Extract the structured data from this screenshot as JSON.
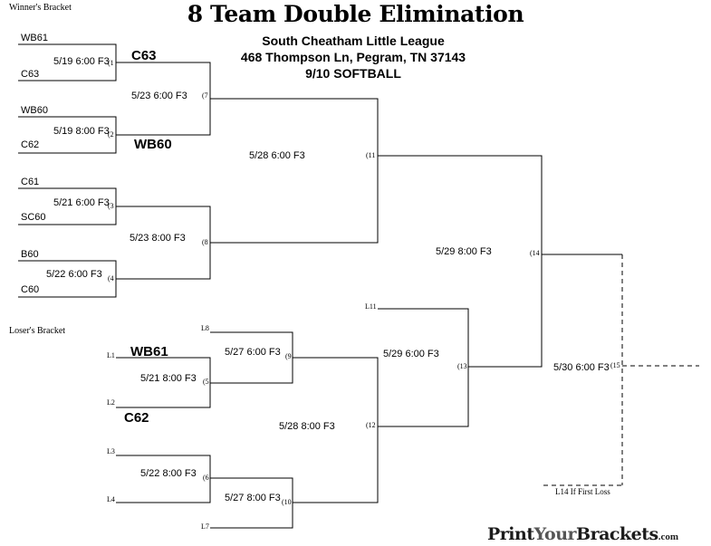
{
  "header": {
    "title": "8 Team Double Elimination",
    "subtitle_1": "South Cheatham Little League",
    "subtitle_2": "468 Thompson Ln, Pegram, TN 37143",
    "subtitle_3": "9/10 SOFTBALL"
  },
  "sections": {
    "winners": "Winner's Bracket",
    "losers": "Loser's Bracket"
  },
  "teams": {
    "wb61": "WB61",
    "c63": "C63",
    "wb60": "WB60",
    "c62": "C62",
    "c61": "C61",
    "sc60": "SC60",
    "b60": "B60",
    "c60": "C60"
  },
  "slots": {
    "l1": "L1",
    "l2": "L2",
    "l3": "L3",
    "l4": "L4",
    "l7": "L7",
    "l8": "L8",
    "l11": "L11",
    "l14_note": "L14 If First Loss"
  },
  "winners_written": {
    "g1": "C63",
    "g2": "WB60",
    "g5": "WB61",
    "g5b": "C62"
  },
  "games": {
    "g1": {
      "schedule": "5/19 6:00 F3",
      "num": "(1"
    },
    "g2": {
      "schedule": "5/19 8:00 F3",
      "num": "(2"
    },
    "g3": {
      "schedule": "5/21 6:00 F3",
      "num": "(3"
    },
    "g4": {
      "schedule": "5/22 6:00 F3",
      "num": "(4"
    },
    "g5": {
      "schedule": "5/21 8:00 F3",
      "num": "(5"
    },
    "g6": {
      "schedule": "5/22 8:00 F3",
      "num": "(6"
    },
    "g7": {
      "schedule": "5/23 6:00 F3",
      "num": "(7"
    },
    "g8": {
      "schedule": "5/23 8:00 F3",
      "num": "(8"
    },
    "g9": {
      "schedule": "5/27 6:00 F3",
      "num": "(9"
    },
    "g10": {
      "schedule": "5/27 8:00 F3",
      "num": "(10"
    },
    "g11": {
      "schedule": "5/28 6:00 F3",
      "num": "(11"
    },
    "g12": {
      "schedule": "5/28 8:00 F3",
      "num": "(12"
    },
    "g13": {
      "schedule": "5/29 6:00 F3",
      "num": "(13"
    },
    "g14": {
      "schedule": "5/29 8:00 F3",
      "num": "(14"
    },
    "g15": {
      "schedule": "5/30 6:00 F3",
      "num": "(15"
    }
  },
  "branding": {
    "logo_1": "Print",
    "logo_2": "Your",
    "logo_3": "Brackets",
    "logo_4": ".com"
  }
}
